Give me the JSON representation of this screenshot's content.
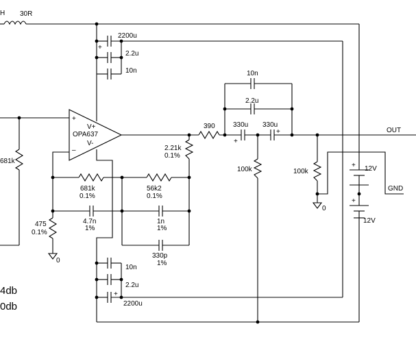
{
  "inductor": {
    "pre_label": "H",
    "label": "30R"
  },
  "opamp": {
    "part": "OPA637",
    "vplus": "V+",
    "vminus": "V-",
    "in_plus": "+",
    "in_minus": "–"
  },
  "top_caps": {
    "c1": "2200u",
    "c2": "2.2u",
    "c3": "10n",
    "plus": "+"
  },
  "bottom_caps": {
    "c1": "10n",
    "c2": "2.2u",
    "c3": "2200u",
    "plus": "+"
  },
  "input": {
    "r_in": "681k"
  },
  "feedback": {
    "r1_value": "681k",
    "r1_tol": "0.1%",
    "r2_value": "56k2",
    "r2_tol": "0.1%",
    "c1_value": "4.7n",
    "c1_tol": "1%",
    "c2_value": "1n",
    "c2_tol": "1%",
    "c3_value": "330p",
    "c3_tol": "1%"
  },
  "ground_leg": {
    "r_value": "475",
    "r_tol": "0.1%",
    "gnd": "0"
  },
  "output_stage": {
    "r_shunt_value": "2.21k",
    "r_shunt_tol": "0.1%",
    "r_series": "390",
    "c_series1": "330u",
    "c_series2": "330u",
    "c_bypass1": "10n",
    "c_bypass2": "2.2u",
    "r_bias": "100k",
    "r_out": "100k",
    "out_label": "OUT",
    "gnd_label": "0",
    "plus": "+"
  },
  "supply": {
    "bat1": "12V",
    "bat2": "12V",
    "gnd_label": "GND",
    "plus": "+"
  },
  "gain_notes": {
    "line1": "4db",
    "line2": "0db"
  }
}
